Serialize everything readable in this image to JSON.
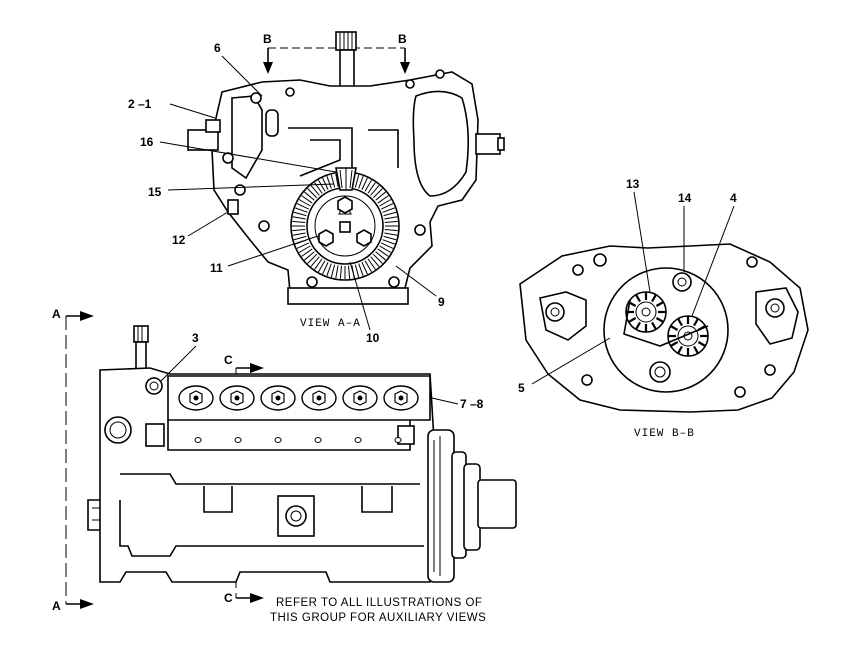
{
  "callouts": {
    "c6": "6",
    "c2_1": "2 –1",
    "c16": "16",
    "c15": "15",
    "c12": "12",
    "c11": "11",
    "c9": "9",
    "c10": "10",
    "c3": "3",
    "c7_8": "7 –8",
    "c13": "13",
    "c14": "14",
    "c4": "4",
    "c5": "5"
  },
  "section_marks": {
    "b_left": "B",
    "b_right": "B",
    "a_top": "A",
    "a_bottom": "A",
    "c_top": "C",
    "c_bottom": "C"
  },
  "view_labels": {
    "view_aa": "VIEW  A–A",
    "view_bb": "VIEW  B–B"
  },
  "note": {
    "line1": "REFER TO ALL ILLUSTRATIONS OF",
    "line2": "THIS GROUP FOR AUXILIARY VIEWS"
  }
}
